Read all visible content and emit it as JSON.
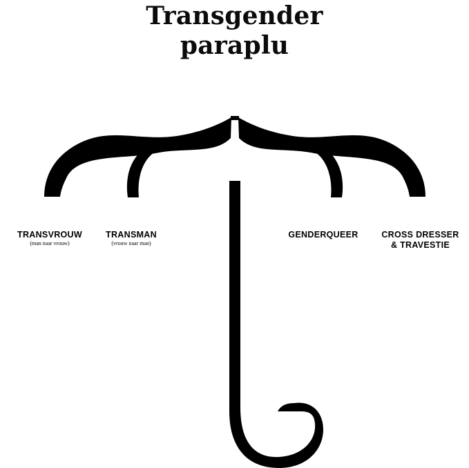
{
  "title": {
    "line1": "Transgender",
    "line2": "paraplu"
  },
  "labels": [
    {
      "main": "TRANSVROUW",
      "sub": "(man naar vrouw)"
    },
    {
      "main": "TRANSMAN",
      "sub": "(vrouw naar man)"
    },
    {
      "main": "GENDERQUEER"
    },
    {
      "main": "CROSS DRESSER",
      "main2": "& TRAVESTIE"
    }
  ],
  "colors": {
    "ink": "#000000",
    "background": "#ffffff"
  },
  "icons": [
    "umbrella-icon"
  ]
}
